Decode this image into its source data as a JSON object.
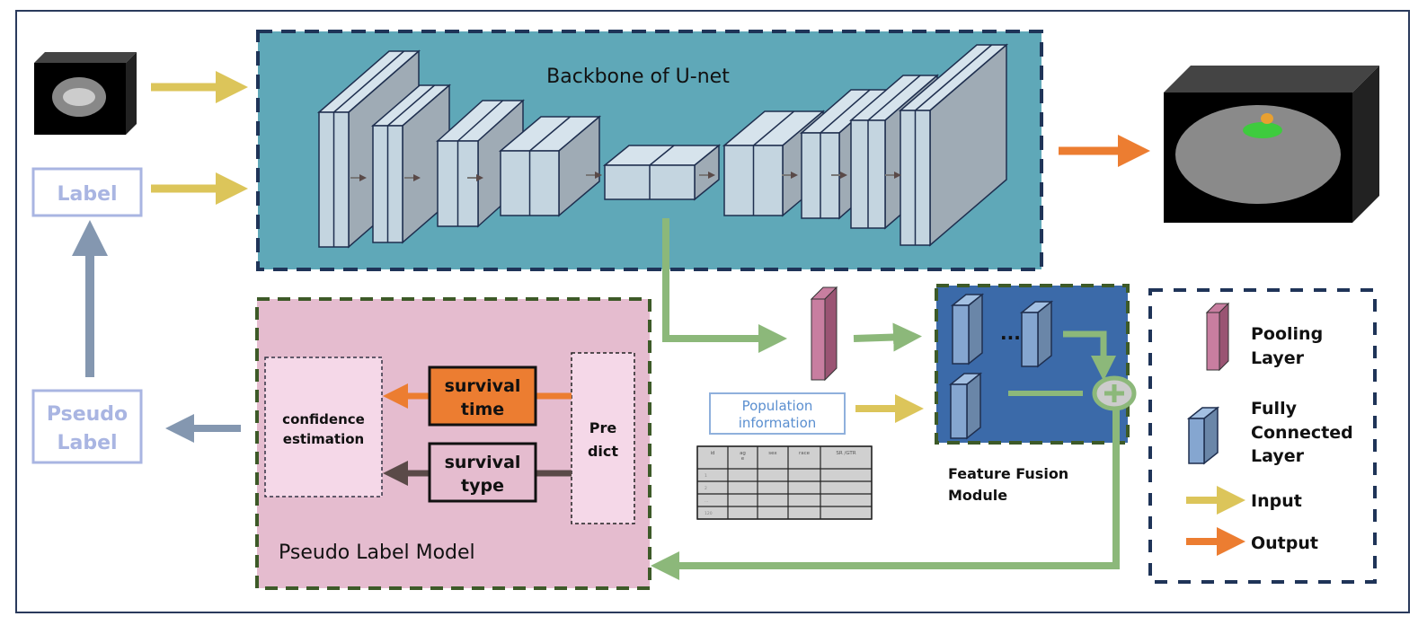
{
  "unet": {
    "title": "Backbone of U-net"
  },
  "inputs": {
    "label": "Label",
    "pseudo_label_line1": "Pseudo",
    "pseudo_label_line2": "Label"
  },
  "pseudo_model": {
    "title": "Pseudo Label Model",
    "confidence_line1": "confidence",
    "confidence_line2": "estimation",
    "survival_time_line1": "survival",
    "survival_time_line2": "time",
    "survival_type_line1": "survival",
    "survival_type_line2": "type",
    "predict_line1": "Pre",
    "predict_line2": "dict"
  },
  "population": {
    "line1": "Population",
    "line2": "information"
  },
  "table": {
    "headers": [
      "id",
      "ag\ne",
      "sex",
      "race",
      "SR /GTR"
    ],
    "rows": [
      [
        "1",
        "",
        "",
        "",
        ""
      ],
      [
        "2",
        "",
        "",
        "",
        ""
      ],
      [
        "...",
        "",
        "",
        "",
        ""
      ],
      [
        "120",
        "",
        "",
        "",
        ""
      ]
    ]
  },
  "fusion": {
    "dots": "...",
    "line1": "Feature Fusion",
    "line2": "Module"
  },
  "legend": {
    "pooling_line1": "Pooling",
    "pooling_line2": "Layer",
    "fc_line1": "Fully",
    "fc_line2": "Connected",
    "fc_line3": "Layer",
    "input": "Input",
    "output": "Output"
  },
  "colors": {
    "unet_bg": "#5fa8b8",
    "pseudo_bg": "#e5bccf",
    "fusion_bg": "#3b6aa9",
    "input_arrow": "#dcc55a",
    "output_arrow": "#ec7d31",
    "green_arrow": "#8cb87a",
    "feedback_arrow": "#8497b0",
    "label_box": "#a9b5e2",
    "survival_time": "#ec7d31",
    "pooling": "#9a5473",
    "fc": "#85a6d0"
  }
}
